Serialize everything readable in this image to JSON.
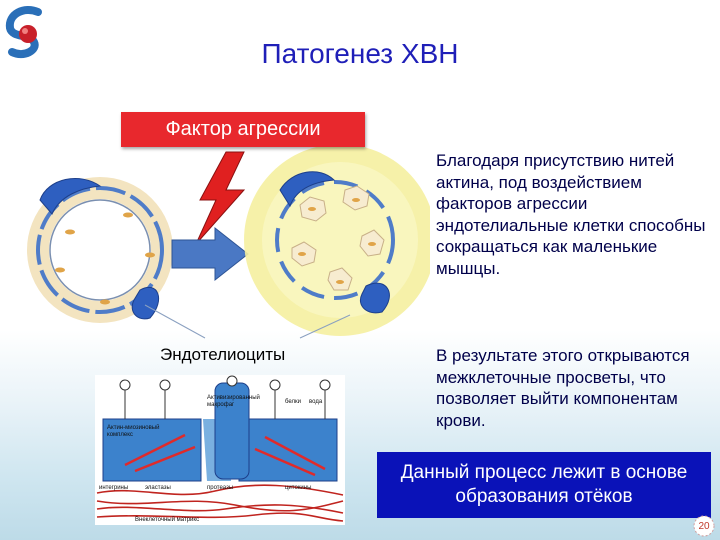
{
  "slide": {
    "title": "Патогенез ХВН",
    "factor_label": "Фактор агрессии",
    "endothelium_label": "Эндотелиоциты",
    "paragraph1": "Благодаря  присутствию нитей актина, под воздействием  факторов агрессии эндотелиальные клетки способны сокращаться как маленькие мышцы.",
    "paragraph2": "В результате этого открываются межклеточные просветы, что позволяет выйти компонентам крови.",
    "conclusion": "Данный процесс лежит в основе образования отёков",
    "page_number": "20"
  },
  "bottom_diagram": {
    "labels": {
      "actin_complex_line1": "Актин-миозиновый",
      "actin_complex_line2": "комплекс",
      "activated_line1": "Активизированный",
      "activated_line2": "макрофаг",
      "proteins": "белки",
      "water": "вода",
      "integrins": "интегрины",
      "elastases": "эластазы",
      "proteases": "протеазы",
      "cytokines": "цитокины",
      "matrix": "Внеклеточный матрикс"
    }
  },
  "colors": {
    "title": "#1f1fb8",
    "factor_box": "#e8282d",
    "conclusion_box": "#0a12b8",
    "body_text": "#00004a",
    "cell_blue": "#3a6fd0",
    "cell_fill": "#f7ecd0",
    "arrow": "#4a78c4",
    "lightning": "#e02020",
    "swelling": "#f5f0a0"
  }
}
